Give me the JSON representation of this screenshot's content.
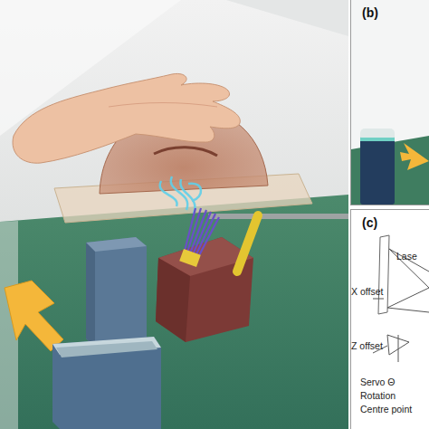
{
  "diagram": {
    "nodes": [
      {
        "text": [
          "(b)"
        ]
      },
      {
        "text": [
          "(c)"
        ]
      }
    ],
    "labels": [
      "Lase",
      "X offset",
      "Z offset",
      "Servo Θ",
      "Rotation",
      "Centre point"
    ]
  }
}
